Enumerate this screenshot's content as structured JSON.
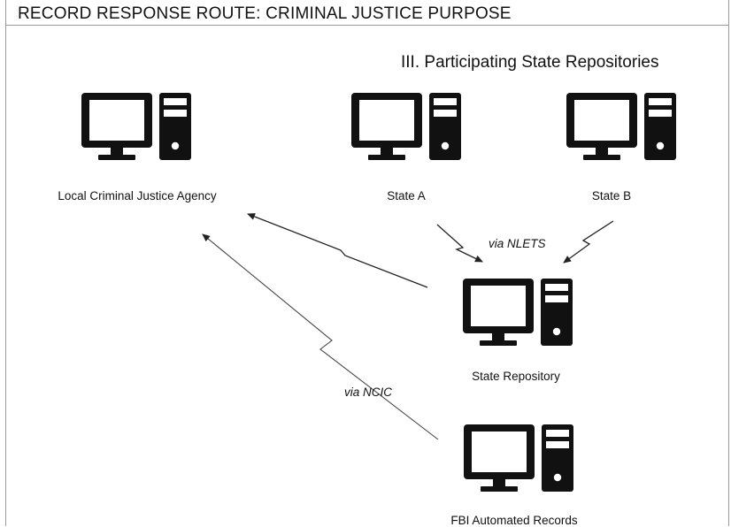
{
  "title": "RECORD RESPONSE ROUTE: CRIMINAL JUSTICE PURPOSE",
  "heading": "III. Participating State Repositories",
  "nodes": [
    {
      "id": "local",
      "label": "Local Criminal Justice Agency",
      "icon": "computer-icon"
    },
    {
      "id": "stateA",
      "label": "State A",
      "icon": "computer-icon"
    },
    {
      "id": "stateB",
      "label": "State B",
      "icon": "computer-icon"
    },
    {
      "id": "repo",
      "label": "State Repository",
      "icon": "computer-icon"
    },
    {
      "id": "fbi",
      "label": "FBI Automated Records",
      "icon": "computer-icon"
    }
  ],
  "routes": {
    "nlets": "via NLETS",
    "ncic": "via NCIC"
  },
  "colors": {
    "icon": "#111111",
    "line": "#222222"
  }
}
